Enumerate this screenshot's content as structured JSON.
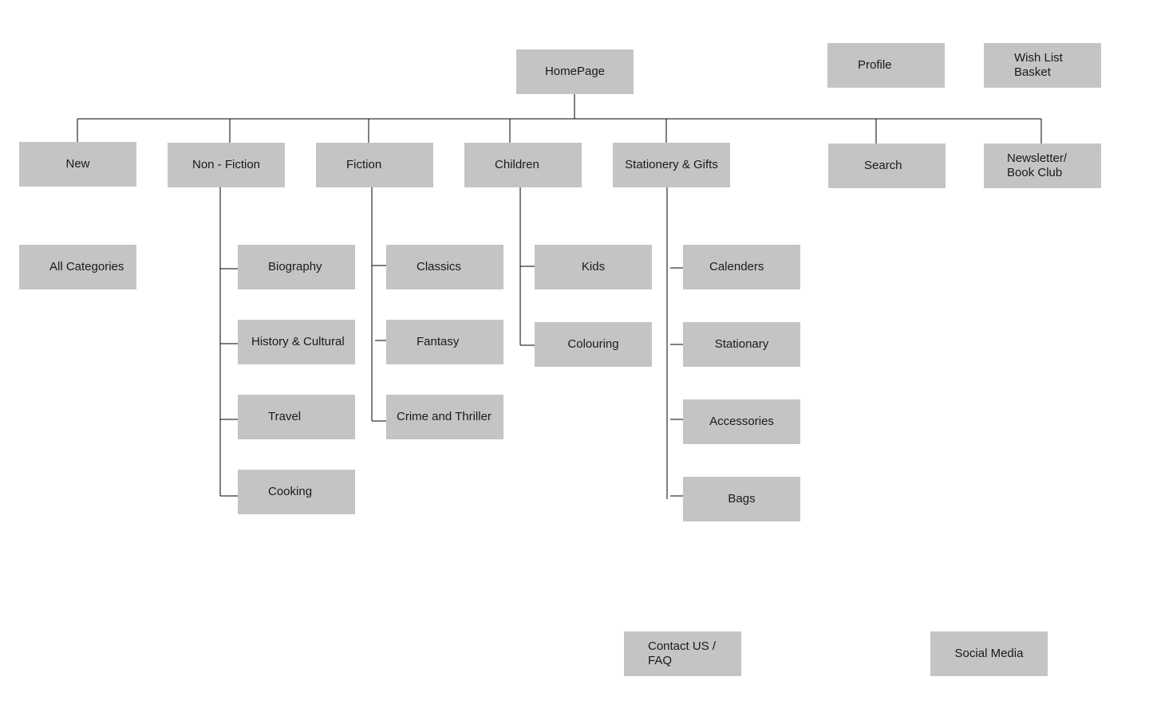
{
  "sitemap": {
    "root": "HomePage",
    "utility": {
      "profile": "Profile",
      "wishlist": "Wish List\nBasket"
    },
    "top_level": [
      "New",
      "Non - Fiction",
      "Fiction",
      "Children",
      "Stationery & Gifts",
      "Search",
      "Newsletter/\nBook Club"
    ],
    "new_children": [
      "All Categories"
    ],
    "non_fiction_children": [
      "Biography",
      "History & Cultural",
      "Travel",
      "Cooking"
    ],
    "fiction_children": [
      "Classics",
      "Fantasy",
      "Crime and Thriller"
    ],
    "children_children": [
      "Kids",
      "Colouring"
    ],
    "stationery_children": [
      "Calenders",
      "Stationary",
      "Accessories",
      "Bags"
    ],
    "footer": {
      "contact": "Contact US /\nFAQ",
      "social": "Social Media"
    }
  },
  "colors": {
    "node_fill": "#c4c4c4",
    "connector": "#000000",
    "background": "#ffffff"
  }
}
